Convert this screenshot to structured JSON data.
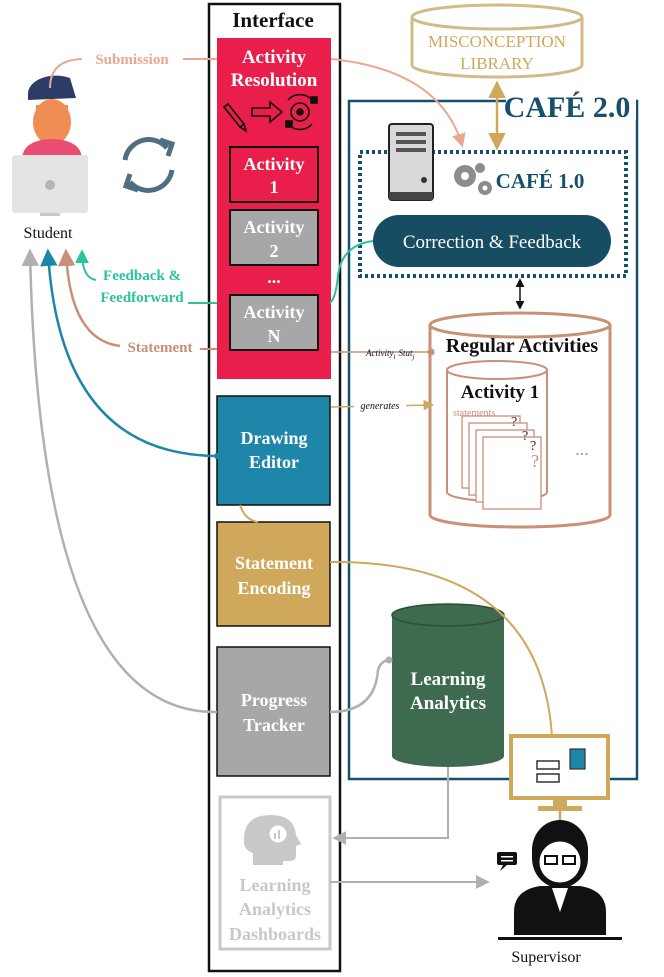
{
  "interface": {
    "title": "Interface",
    "activity_resolution": [
      "Activity",
      "Resolution"
    ],
    "activity_1": [
      "Activity",
      "1"
    ],
    "activity_2": [
      "Activity",
      "2"
    ],
    "ellipsis": "...",
    "activity_n": [
      "Activity",
      "N"
    ],
    "drawing_editor": [
      "Drawing",
      "Editor"
    ],
    "statement_encoding": [
      "Statement",
      "Encoding"
    ],
    "progress_tracker": [
      "Progress",
      "Tracker"
    ],
    "learning_analytics_dashboards": [
      "Learning",
      "Analytics",
      "Dashboards"
    ]
  },
  "student": {
    "label": "Student"
  },
  "supervisor": {
    "label": "Supervisor"
  },
  "arrows": {
    "submission": "Submission",
    "feedback": [
      "Feedback &",
      "Feedforward"
    ],
    "statement": "Statement",
    "activity_stat": "Activity",
    "activity_stat_sub_i": "i",
    "activity_stat_stat": "Stat",
    "activity_stat_sub_j": "j",
    "generates": "generates"
  },
  "misconception_library": [
    "MISCONCEPTION",
    "LIBRARY"
  ],
  "cafe2": {
    "title": "CAFÉ 2.0"
  },
  "cafe1": {
    "title": "CAFÉ 1.0",
    "correction": "Correction & Feedback"
  },
  "regular_activities": {
    "title": "Regular Activities",
    "activity": "Activity 1",
    "statements": "statements",
    "more": "..."
  },
  "learning_analytics": [
    "Learning",
    "Analytics"
  ],
  "colors": {
    "red": "#ea1e4b",
    "gray": "#a7a7a7",
    "blue": "#1e86a9",
    "gold": "#d0a85c",
    "green": "#3e6b4f",
    "navy": "#16506a",
    "salmon": "#e9a88f",
    "brown": "#c98f77",
    "teal": "#2bc39b",
    "light_gray": "#c8c8c8",
    "tan": "#d4ba86"
  }
}
